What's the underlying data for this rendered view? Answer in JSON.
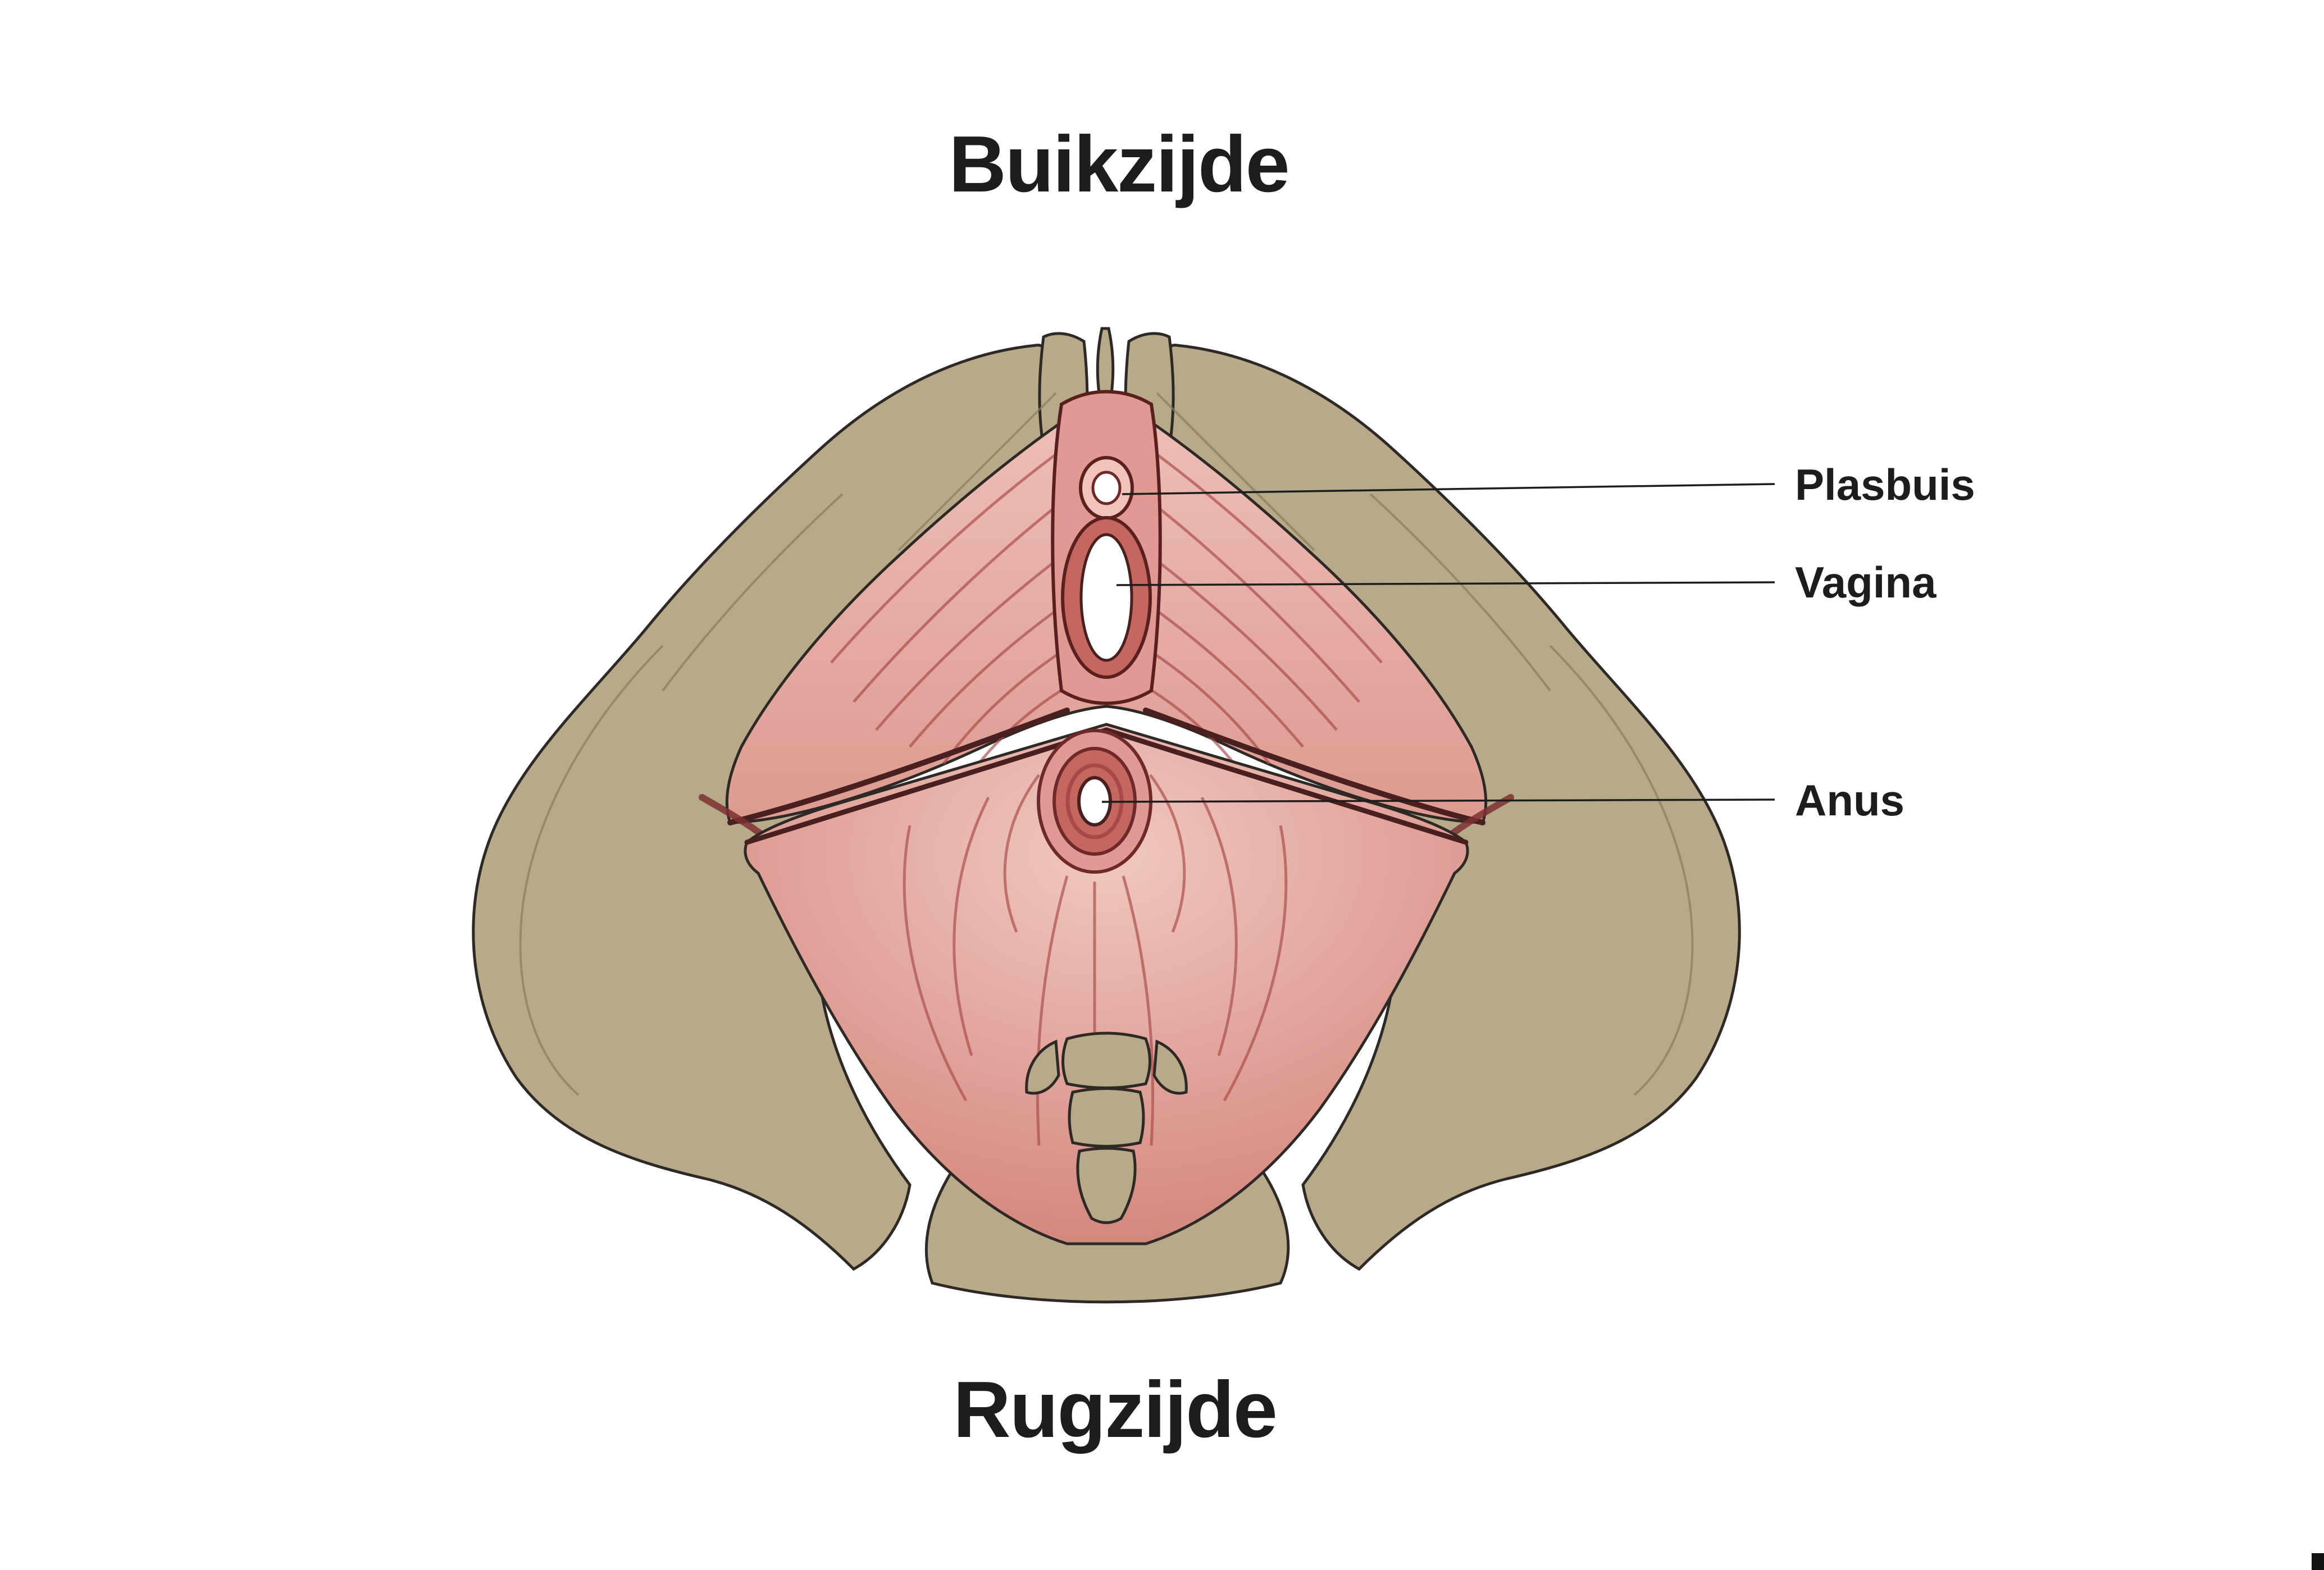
{
  "page": {
    "background": "#ffffff"
  },
  "diagram": {
    "title_top": "Buikzijde",
    "title_bottom": "Rugzijde",
    "labels": [
      {
        "text": "Plasbuis",
        "target": "urethra-opening"
      },
      {
        "text": "Vagina",
        "target": "vagina-opening"
      },
      {
        "text": "Anus",
        "target": "anus-opening"
      }
    ],
    "colors": {
      "bone": "#b7aa8b",
      "bone_shade": "#a29272",
      "outline": "#2e2924",
      "muscle_light": "#f0c3bb",
      "muscle_mid": "#e09a93",
      "muscle_deep": "#c4685f",
      "fiber": "#a84848",
      "fiber_dark": "#4a1f1f",
      "text": "#1d1d1b",
      "leader_line": "#1d1d1b",
      "opening_white": "#ffffff"
    }
  }
}
